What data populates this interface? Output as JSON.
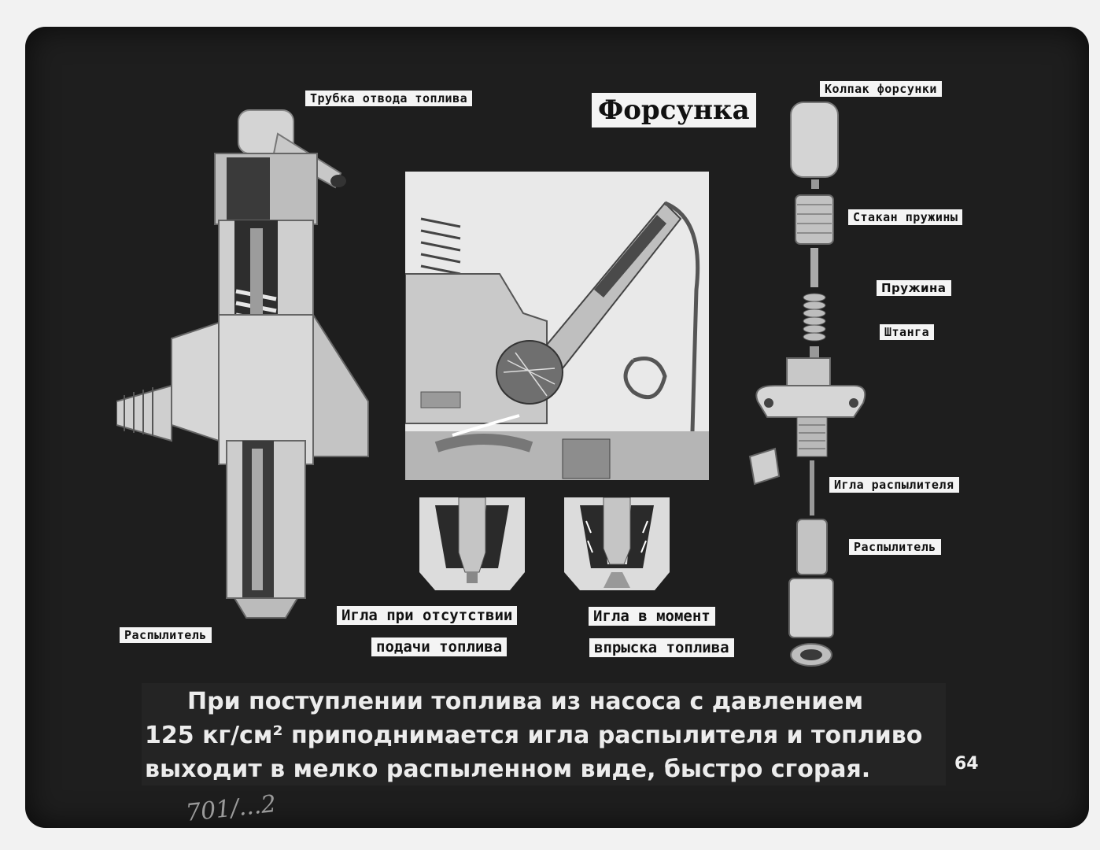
{
  "slide": {
    "title": "Форсунка",
    "slide_number": "64",
    "handwritten_note": "701/...2"
  },
  "labels": {
    "drain_tube": "Трубка отвода топлива",
    "nozzle_left": "Распылитель",
    "cap": "Колпак форсунки",
    "spring_cup": "Стакан пружины",
    "spring": "Пружина",
    "rod": "Штанга",
    "needle": "Игла распылителя",
    "nozzle_right": "Распылитель"
  },
  "captions": {
    "needle_closed_line1": "Игла при отсутствии",
    "needle_closed_line2": "подачи топлива",
    "needle_open_line1": "Игла в момент",
    "needle_open_line2": "впрыска топлива"
  },
  "description": {
    "line1": "При поступлении топлива из насоса с давлением",
    "line2": "125 кг/см² приподнимается игла распылителя и топливо",
    "line3": "выходит в мелко распыленном виде, быстро сгорая."
  },
  "colors": {
    "frame": "#1e1e1e",
    "label_bg": "#f4f4f4",
    "metal_light": "#d8d8d8",
    "metal_dark": "#6a6a6a"
  }
}
